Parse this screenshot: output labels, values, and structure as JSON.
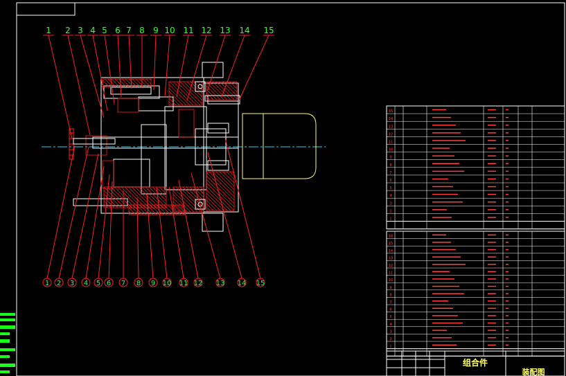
{
  "balloons_top": [
    "1",
    "2",
    "3",
    "4",
    "5",
    "6",
    "7",
    "8",
    "9",
    "10",
    "11",
    "12",
    "13",
    "14",
    "15"
  ],
  "balloons_bottom": [
    "1",
    "2",
    "3",
    "4",
    "5",
    "6",
    "7",
    "8",
    "9",
    "10",
    "11",
    "12",
    "13",
    "14",
    "15"
  ],
  "bom_upper_rows": [
    "15",
    "14",
    "13",
    "12",
    "11",
    "10",
    "9",
    "8",
    "7",
    "6",
    "5",
    "4",
    "3",
    "2",
    "1"
  ],
  "bom_lower_rows": [
    "16",
    "15",
    "14",
    "13",
    "12",
    "11",
    "10",
    "9",
    "8",
    "7",
    "6",
    "5",
    "4",
    "3",
    "2",
    "1"
  ],
  "title": {
    "assembly": "组合件",
    "drawing": "装配图"
  },
  "colors": {
    "background": "#000000",
    "outline": "#ffffff",
    "section": "#ff2020",
    "balloon": "#ff2020",
    "label": "#33ff33",
    "table_text": "#ff4040",
    "center": "#33ccff",
    "yellow": "#ffff66"
  }
}
